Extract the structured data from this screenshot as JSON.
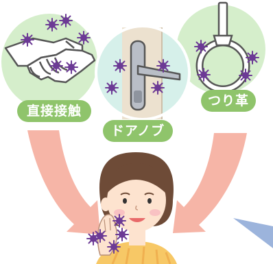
{
  "labels": {
    "direct_contact": "直接接触",
    "door_knob": "ドアノブ",
    "strap": "つり革"
  },
  "icons": {
    "germ": "germ-icon",
    "handshake": "handshake-icon",
    "door_handle": "door-handle-icon",
    "strap_ring": "strap-ring-icon",
    "woman": "woman-touching-face-icon",
    "arrow": "curved-arrow-icon"
  },
  "colors": {
    "circle_green": "#d5eecb",
    "circle_mint": "#d6f0ea",
    "label_green": "#8fc46b",
    "germ_purple": "#6c3a95",
    "arrow_salmon": "#f6b5a7",
    "hair_brown": "#6e4b37",
    "skin": "#fde3cf",
    "shirt_yellow": "#f7c866",
    "light_blue": "#9cb4dc"
  }
}
